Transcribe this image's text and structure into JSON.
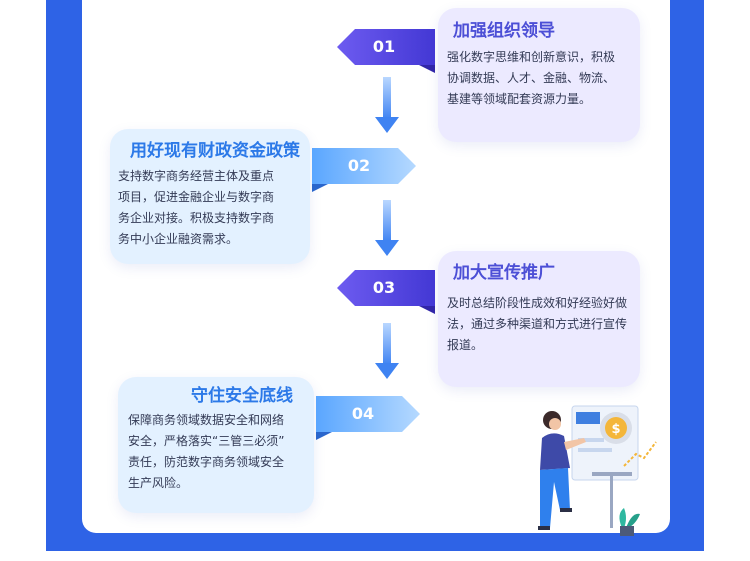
{
  "steps": [
    {
      "number": "01",
      "title": "加强组织领导",
      "lines": [
        "强化数字思维和创新意识，积极",
        "协调数据、人才、金融、物流、",
        "基建等领域配套资源力量。"
      ]
    },
    {
      "number": "02",
      "title": "用好现有财政资金政策",
      "lines": [
        "支持数字商务经营主体及重点",
        "项目，促进金融企业与数字商",
        "务企业对接。积极支持数字商",
        "务中小企业融资需求。"
      ]
    },
    {
      "number": "03",
      "title": "加大宣传推广",
      "lines": [
        "及时总结阶段性成效和好经验好做",
        "法，通过多种渠道和方式进行宣传",
        "报道。"
      ]
    },
    {
      "number": "04",
      "title": "守住安全底线",
      "lines": [
        "保障商务领域数据安全和网络",
        "安全，严格落实“三管三必须”",
        "责任，防范数字商务领域安全",
        "生产风险。"
      ]
    }
  ],
  "colors": {
    "frame": "#2e63e6",
    "violet_title": "#4c4fd6",
    "blue_title": "#2c79e8",
    "violet_card": "#eceaff",
    "blue_card": "#e3f1ff"
  },
  "illustration": {
    "icon": "woman-presenting-finance-icon",
    "coin_symbol": "$"
  }
}
